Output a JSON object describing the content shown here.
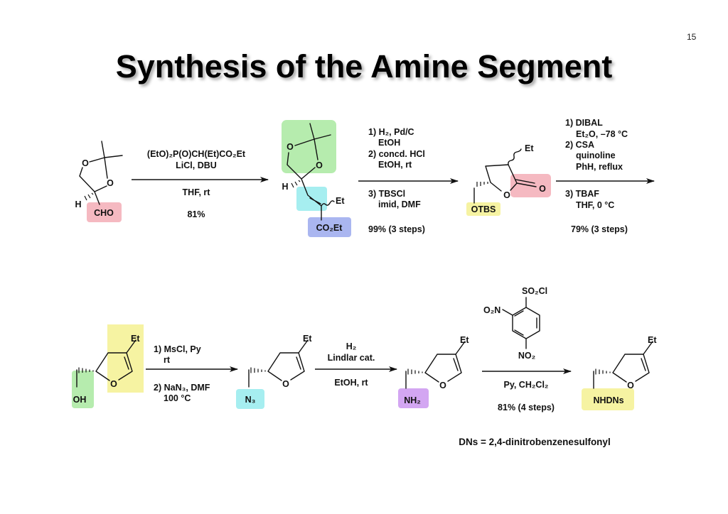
{
  "page_number": "15",
  "title": "Synthesis of the Amine Segment",
  "highlight_colors": {
    "pink": "#f5b9c1",
    "green": "#b6ecae",
    "cyan": "#a6eef0",
    "blue": "#aab6f0",
    "yellow": "#f6f3a2",
    "purple": "#d3a6f2"
  },
  "molecules": {
    "aldehyde": {
      "o1": "O",
      "o2": "O",
      "h": "H",
      "group": "CHO"
    },
    "ester": {
      "o1": "O",
      "o2": "O",
      "h": "H",
      "et": "Et",
      "group": "CO₂Et"
    },
    "lactone": {
      "ring_o": "O",
      "carbonyl_o": "O",
      "et": "Et",
      "group": "OTBS"
    },
    "alcohol": {
      "ring_o": "O",
      "et": "Et",
      "group": "OH"
    },
    "azide": {
      "ring_o": "O",
      "et": "Et",
      "group": "N₃"
    },
    "amine": {
      "ring_o": "O",
      "et": "Et",
      "group": "NH₂"
    },
    "sulfonamide": {
      "ring_o": "O",
      "et": "Et",
      "group": "NHDNs"
    },
    "reagent": {
      "so2cl": "SO₂Cl",
      "o2n": "O₂N",
      "no2": "NO₂"
    }
  },
  "steps": [
    {
      "above": [
        "(EtO)₂P(O)CH(Et)CO₂Et",
        "LiCl, DBU"
      ],
      "below": [
        "THF, rt"
      ],
      "yield": "81%"
    },
    {
      "above": [
        "1) H₂, Pd/C",
        "EtOH",
        "2) concd. HCl",
        "EtOH, rt"
      ],
      "below": [
        "3) TBSCl",
        "imid, DMF"
      ],
      "yield": "99% (3 steps)"
    },
    {
      "above": [
        "1) DIBAL",
        "Et₂O, –78 °C",
        "2) CSA",
        "quinoline",
        "PhH, reflux"
      ],
      "below": [
        "3) TBAF",
        "THF, 0 °C"
      ],
      "yield": "79% (3 steps)"
    },
    {
      "above": [
        "1) MsCl, Py",
        "rt"
      ],
      "below": [
        "2) NaN₃, DMF",
        "100 °C"
      ]
    },
    {
      "above": [
        "H₂",
        "Lindlar cat."
      ],
      "below": [
        "EtOH, rt"
      ]
    },
    {
      "below": [
        "Py, CH₂Cl₂"
      ],
      "yield": "81% (4 steps)"
    }
  ],
  "footnote": "DNs = 2,4-dinitrobenzenesulfonyl"
}
